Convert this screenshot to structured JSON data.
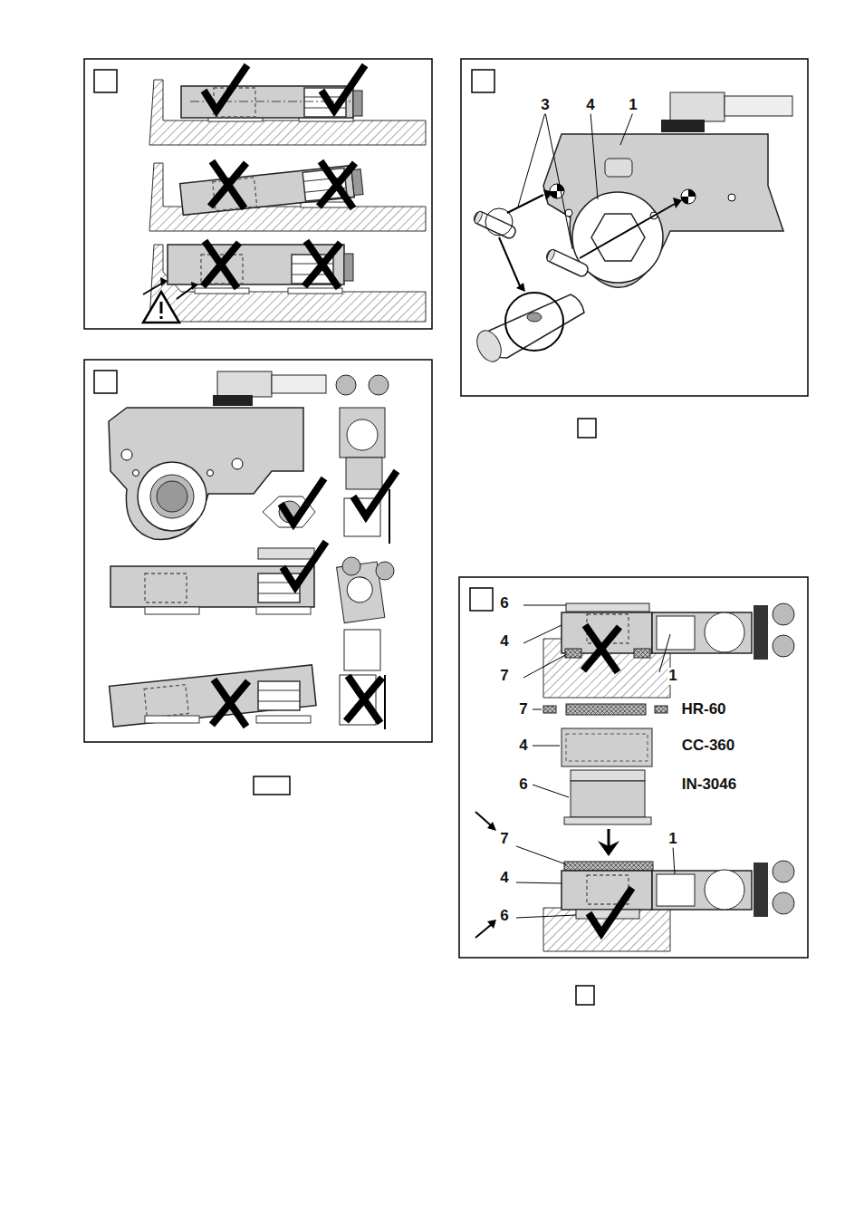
{
  "diagram": {
    "labels": [
      "3",
      "4",
      "1",
      "6",
      "4",
      "7",
      "1",
      "7",
      "HR-60",
      "4",
      "CC-360",
      "6",
      "IN-3046",
      "7",
      "1",
      "4",
      "6"
    ]
  }
}
